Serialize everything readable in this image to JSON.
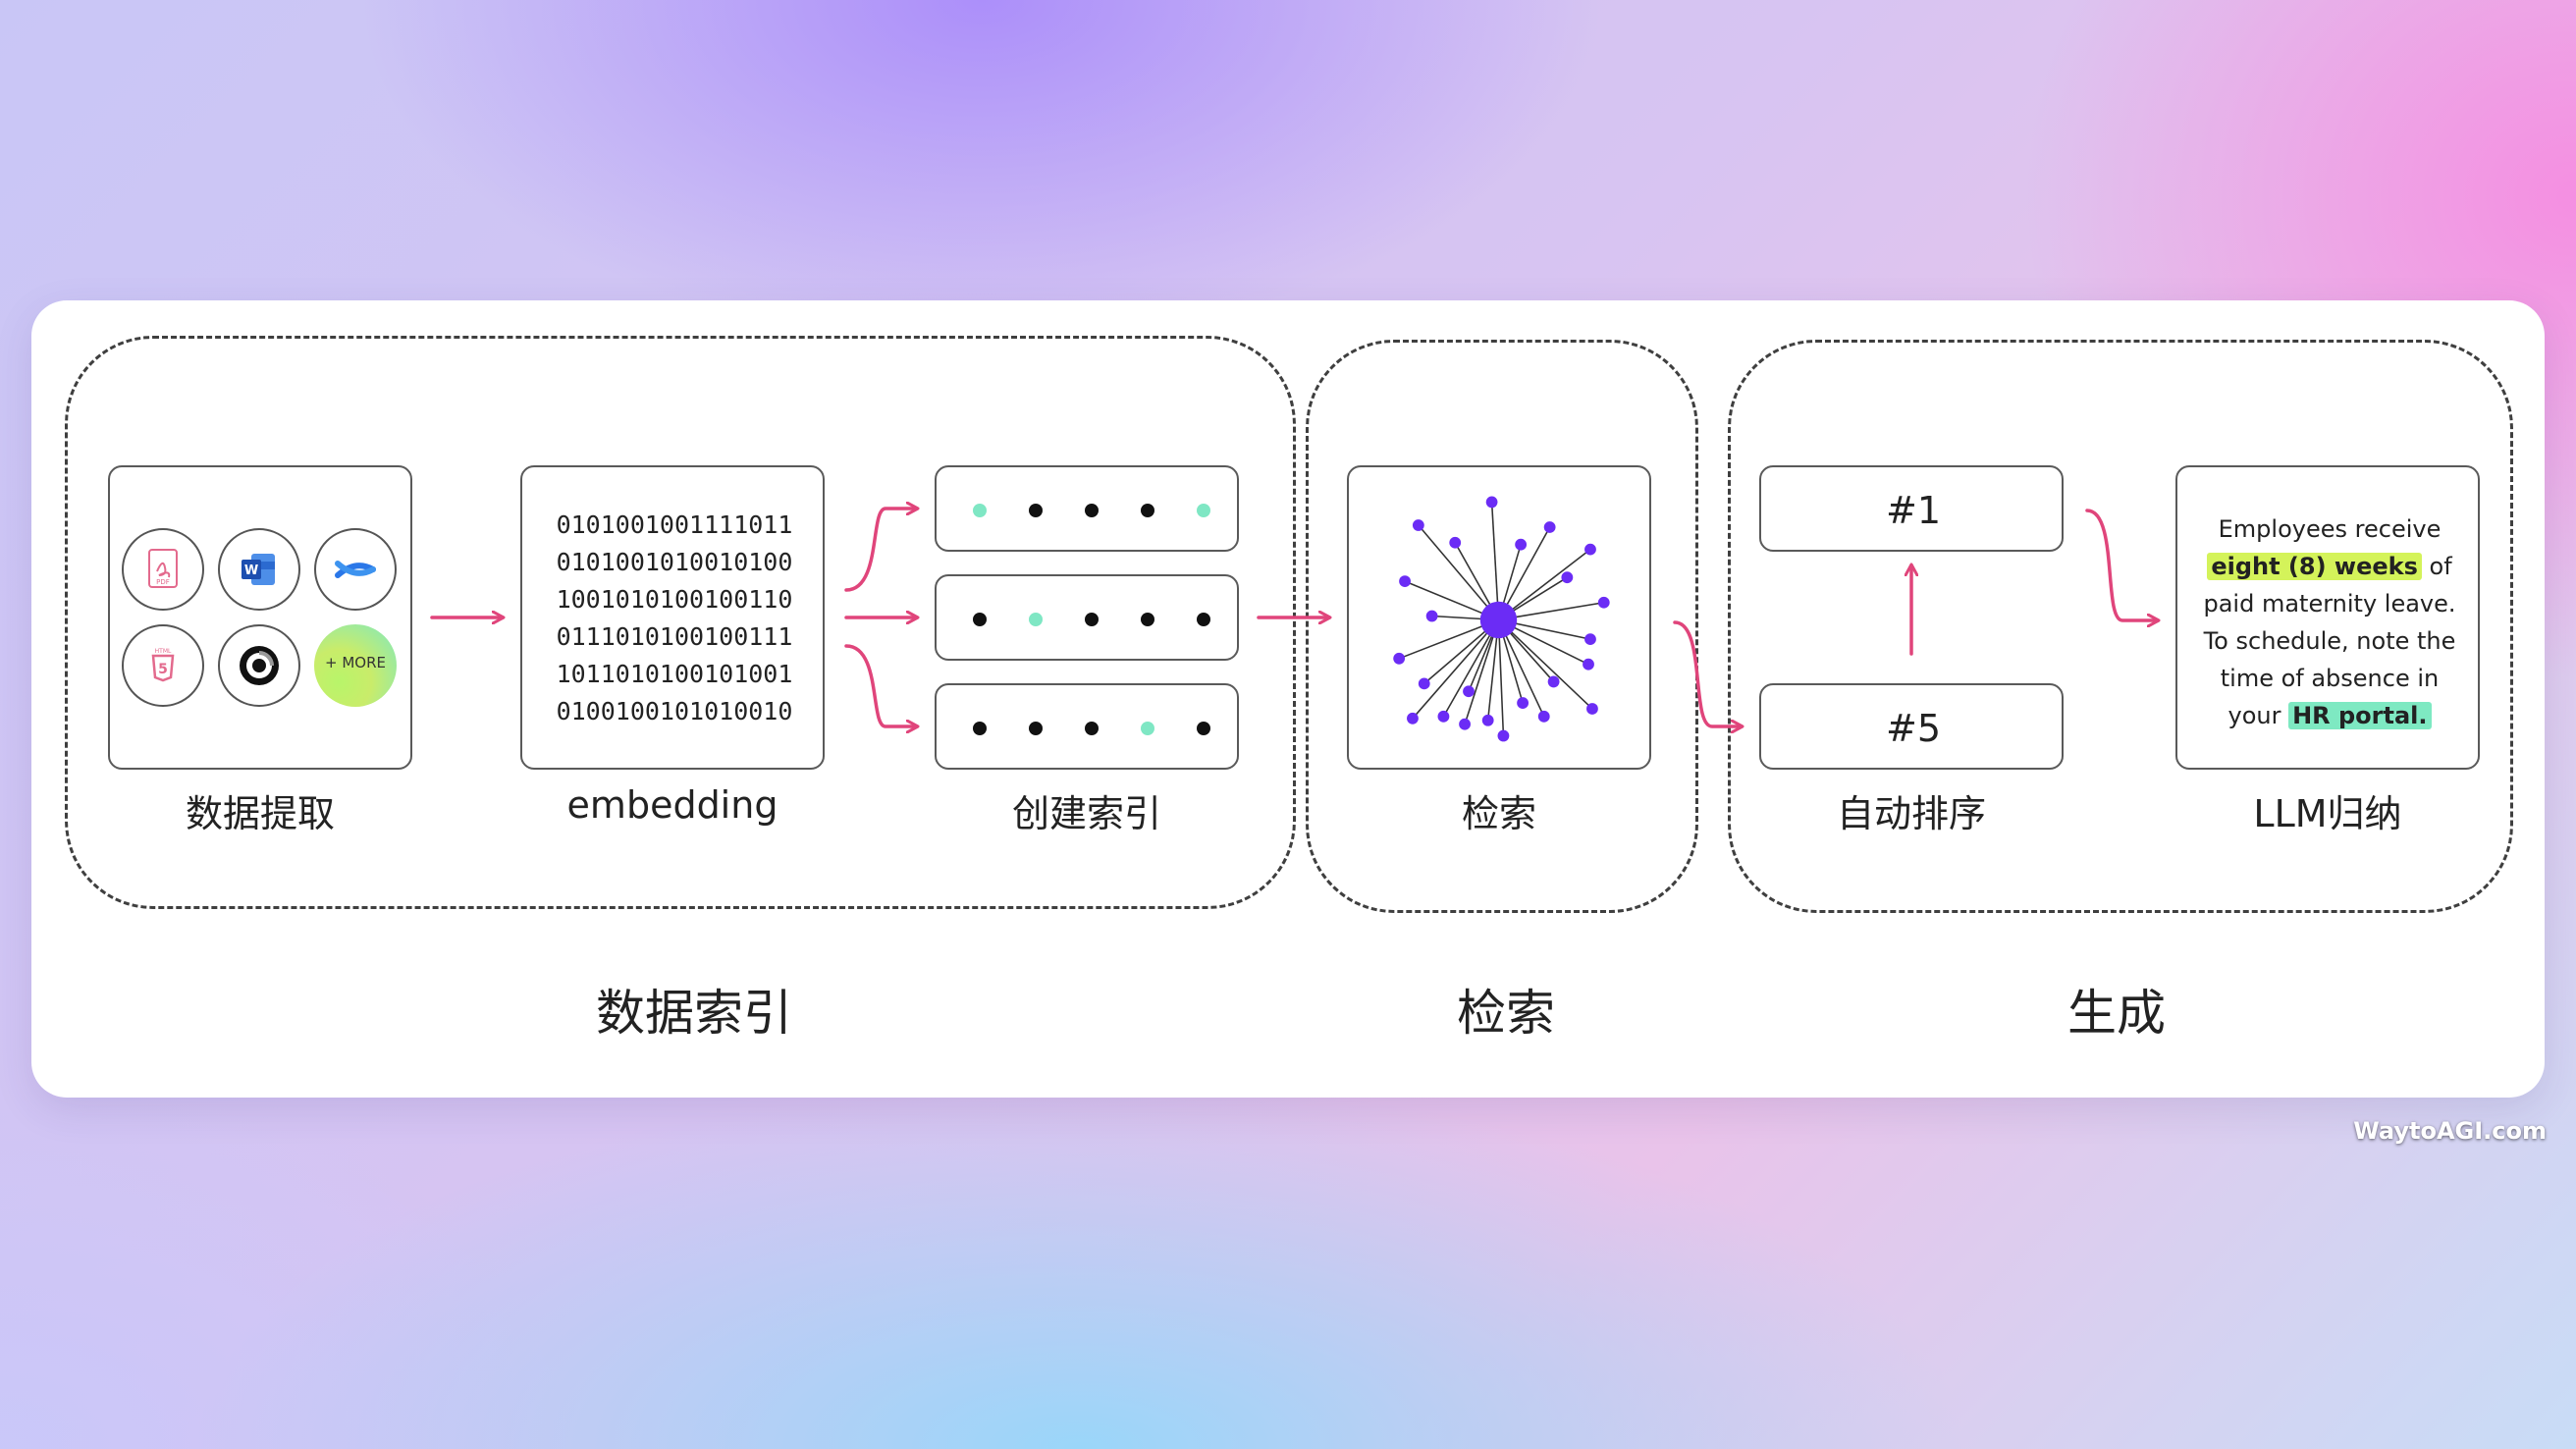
{
  "stages": {
    "extract": {
      "label": "数据提取",
      "more_label": "+ MORE",
      "pdf_text": "PDF",
      "html_text": "HTML"
    },
    "embedding": {
      "label": "embedding",
      "lines": [
        "0101001001111011",
        "0101001010010100",
        "1001010100100110",
        "0111010100100111",
        "1011010100101001",
        "0100100101010010"
      ]
    },
    "index": {
      "label": "创建索引"
    },
    "retrieve": {
      "label": "检索"
    },
    "rerank": {
      "label": "自动排序",
      "top": "#1",
      "bottom": "#5"
    },
    "summarize": {
      "label": "LLM归纳",
      "answer": {
        "line1": "Employees receive",
        "highlight1": "eight (8) weeks",
        "after1": " of",
        "line3": "paid maternity leave.",
        "line4": "To schedule, note the",
        "line5": "time of absence in",
        "line6_pre": "your ",
        "highlight2": "HR portal."
      }
    }
  },
  "sections": {
    "indexing": "数据索引",
    "retrieval": "检索",
    "generation": "生成"
  },
  "watermark": "WaytoAGI.com",
  "colors": {
    "arrow": "#e0457b",
    "teal": "#7fe7c4",
    "purple": "#6b2cf5",
    "highlight_green": "#d4f35a",
    "highlight_teal": "#7ee9c2"
  },
  "icons": [
    "pdf-icon",
    "word-icon",
    "confluence-icon",
    "html5-icon",
    "notion-swirl-icon",
    "more-badge"
  ]
}
